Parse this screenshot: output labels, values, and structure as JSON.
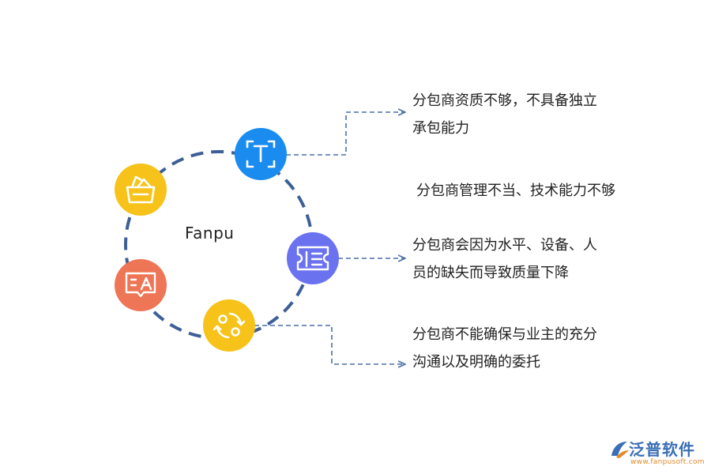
{
  "center_label": "Fanpu",
  "notes": [
    {
      "line1": "分包商资质不够，不具备独立",
      "line2": "承包能力"
    },
    {
      "line1": "分包商管理不当、技术能力不够",
      "line2": ""
    },
    {
      "line1": "分包商会因为水平、设备、人",
      "line2": "员的缺失而导致质量下降"
    },
    {
      "line1": "分包商不能确保与业主的充分",
      "line2": "沟通以及明确的委托"
    }
  ],
  "nodes": [
    {
      "icon": "text-frame-icon",
      "color": "#1a8cf0"
    },
    {
      "icon": "list-card-icon",
      "color": "#6b72f0"
    },
    {
      "icon": "swap-cycle-icon",
      "color": "#f7c21a"
    },
    {
      "icon": "translate-bubble-icon",
      "color": "#ee7556"
    },
    {
      "icon": "basket-icon",
      "color": "#f7c21a"
    }
  ],
  "colors": {
    "ring": "#3d5f96",
    "arrow": "#4a6fa5"
  },
  "logo": {
    "text": "泛普软件",
    "url": "www.fanpusoft.com"
  }
}
